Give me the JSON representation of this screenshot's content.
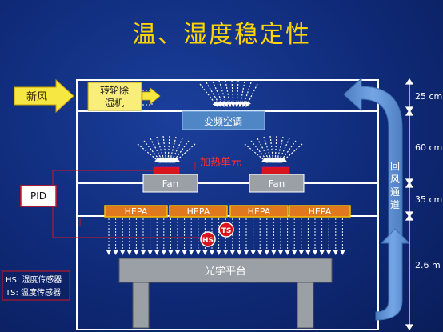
{
  "title": "温、湿度稳定性",
  "labels": {
    "fresh_air": "新风",
    "dehumidifier_line1": "转轮除",
    "dehumidifier_line2": "湿机",
    "vfd_ac": "变频空调",
    "heating_unit": "加热单元",
    "fan": "Fan",
    "hepa": "HEPA",
    "pid": "PID",
    "hs_badge": "HS",
    "ts_badge": "TS",
    "optical_table": "光学平台",
    "return_air_chars": [
      "回",
      "风",
      "通",
      "道"
    ]
  },
  "legend": {
    "hs": "HS: 湿度传感器",
    "ts": "TS: 温度传感器"
  },
  "dimensions": {
    "d1": "25 cm",
    "d2": "60 cm",
    "d3": "35 cm",
    "d4": "2.6 m"
  },
  "colors": {
    "title": "#ffd400",
    "arrow_yellow": "#f7e742",
    "return_duct": "#5b8fd0",
    "heating_text": "#ff3030",
    "sensor_red": "#d8141c"
  }
}
